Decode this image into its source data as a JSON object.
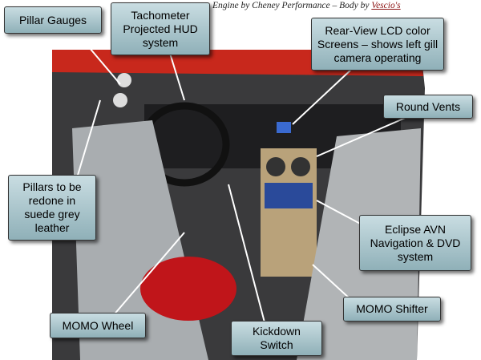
{
  "credit": {
    "prefix": "Engine by Cheney Performance – Body by ",
    "name": "Vescio's"
  },
  "labels": {
    "pillar_gauges": "Pillar Gauges",
    "tachometer": "Tachometer Projected HUD system",
    "rear_view": "Rear-View LCD color Screens – shows left gill camera operating",
    "round_vents": "Round Vents",
    "pillars": "Pillars to be redone in suede grey leather",
    "eclipse": "Eclipse AVN Navigation & DVD system",
    "momo_shifter": "MOMO Shifter",
    "momo_wheel": "MOMO Wheel",
    "kickdown": "Kickdown Switch"
  }
}
